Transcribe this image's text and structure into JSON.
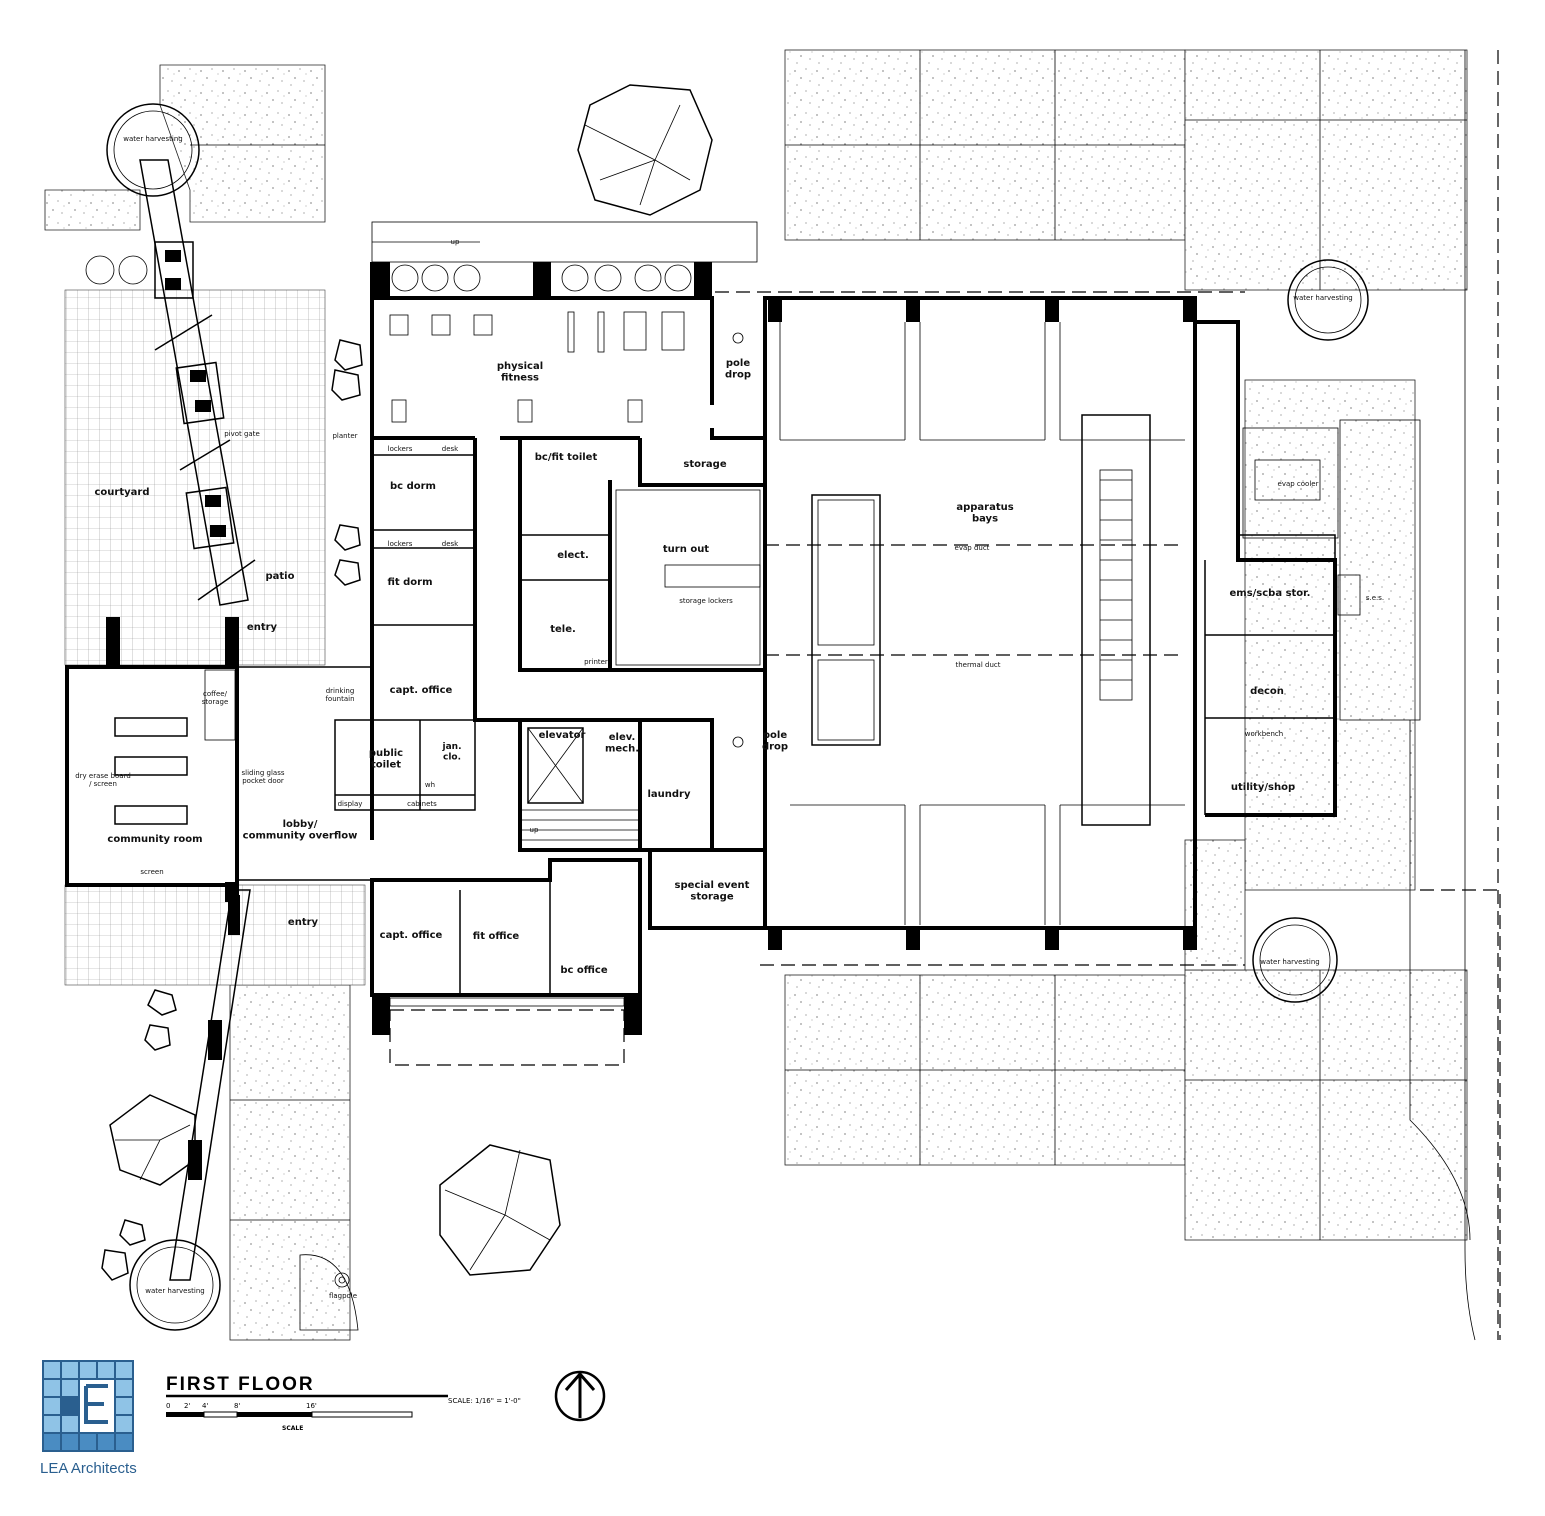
{
  "sheet": {
    "title": "FIRST FLOOR",
    "scale_note": "SCALE: 1/16\" = 1'-0\"",
    "scale_ticks": [
      "0",
      "2'",
      "4'",
      "8'",
      "16'"
    ],
    "scale_caption": "SCALE",
    "firm": "LEA Architects"
  },
  "rooms": {
    "physical_fitness": "physical\nfitness",
    "pole_drop_1": "pole\ndrop",
    "pole_drop_2": "pole\ndrop",
    "storage": "storage",
    "bc_fit_toilet": "bc/fit toilet",
    "bc_dorm": "bc dorm",
    "fit_dorm": "fit dorm",
    "lockers_1": "lockers",
    "desk_1": "desk",
    "lockers_2": "lockers",
    "desk_2": "desk",
    "elect": "elect.",
    "tele": "tele.",
    "printer": "printer",
    "turn_out": "turn out",
    "storage_lockers": "storage lockers",
    "apparatus_bays": "apparatus\nbays",
    "evap_duct": "evap duct",
    "thermal_duct": "thermal duct",
    "evap_cooler": "evap cooler",
    "ems_scba": "ems/scba stor.",
    "decon": "decon",
    "workbench": "workbench",
    "utility_shop": "utility/shop",
    "ses": "s.e.s.",
    "capt_office_1": "capt. office",
    "capt_office_2": "capt. office",
    "drinking_fountain": "drinking\nfountain",
    "public_toilet": "public\ntoilet",
    "jan_clo": "jan.\nclo.",
    "wh": "wh",
    "display": "display",
    "cabinets": "cabinets",
    "elevator": "elevator",
    "elev_mech": "elev.\nmech.",
    "laundry": "laundry",
    "up_1": "up",
    "up_2": "up",
    "special_event": "special event\nstorage",
    "fit_office": "fit office",
    "bc_office": "bc office",
    "lobby": "lobby/\ncommunity overflow",
    "sliding_glass": "sliding glass\npocket door",
    "community_room": "community room",
    "dry_erase": "dry erase board\n/ screen",
    "coffee_storage": "coffee/\nstorage",
    "screen": "screen",
    "entry_1": "entry",
    "entry_2": "entry",
    "courtyard": "courtyard",
    "patio": "patio",
    "pivot_gate": "pivot gate",
    "planter": "planter",
    "water_harvesting_1": "water harvesting",
    "water_harvesting_2": "water harvesting",
    "water_harvesting_3": "water harvesting",
    "water_harvesting_4": "water harvesting",
    "flagpole": "flagpole"
  },
  "colors": {
    "logo_blue": "#2a5f8f",
    "logo_light": "#8fc3e6",
    "logo_mid": "#4a8cc2"
  }
}
